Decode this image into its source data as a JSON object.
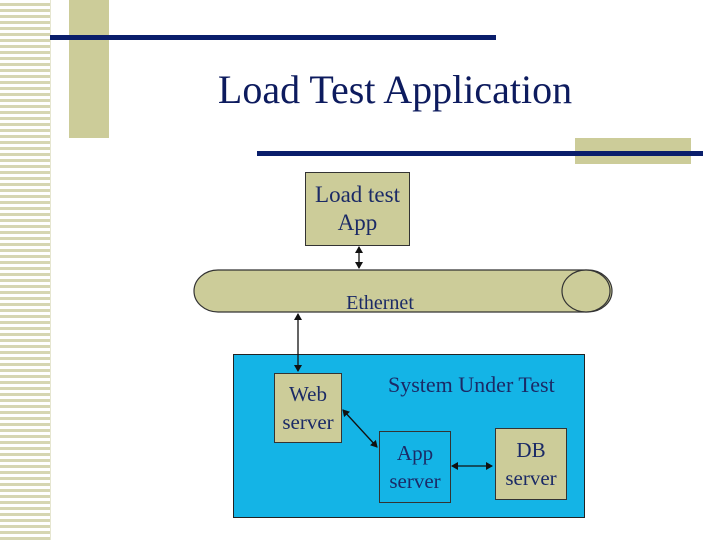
{
  "slide": {
    "title": "Load Test Application"
  },
  "diagram": {
    "load_test_app": {
      "line1": "Load test",
      "line2": "App"
    },
    "ethernet_label": "Ethernet",
    "system_under_test_label": "System Under Test",
    "web_server": {
      "line1": "Web",
      "line2": "server"
    },
    "app_server": {
      "line1": "App",
      "line2": "server"
    },
    "db_server": {
      "line1": "DB",
      "line2": "server"
    }
  },
  "colors": {
    "accent_olive": "#cccc99",
    "accent_navy": "#0a1e6b",
    "system_blue": "#14b4e6"
  }
}
